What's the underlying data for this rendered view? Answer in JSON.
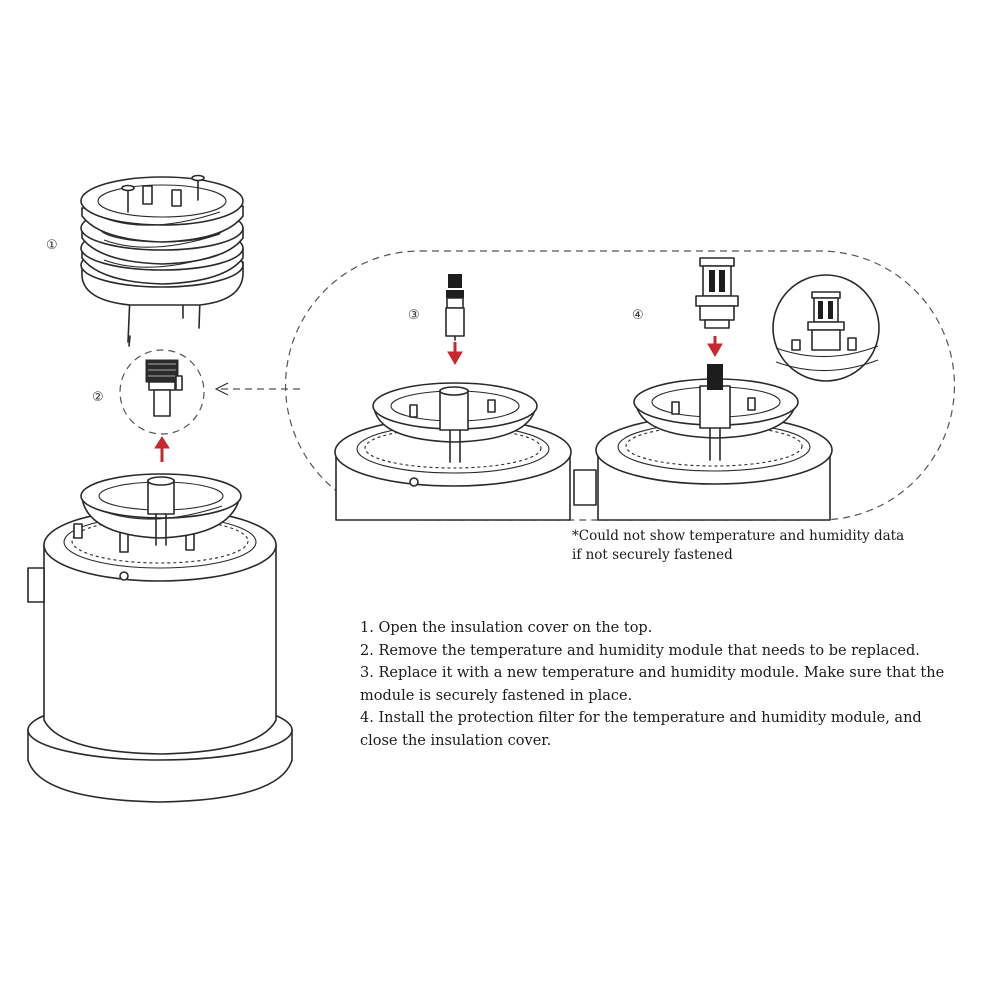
{
  "callouts": {
    "one": "①",
    "two": "②",
    "three": "③",
    "four": "④"
  },
  "note": {
    "line1": "*Could not show temperature and humidity data",
    "line2": "if not securely fastened"
  },
  "steps": [
    "1. Open the insulation cover on the top.",
    "2. Remove the temperature and humidity module that needs to be replaced.",
    "3. Replace it with a new temperature and humidity module. Make sure that the",
    "module is securely fastened in place.",
    "4. Install the protection filter for the temperature and humidity module, and",
    "close the insulation cover."
  ],
  "colors": {
    "arrow": "#c8272d",
    "line": "#2a2a2a"
  }
}
